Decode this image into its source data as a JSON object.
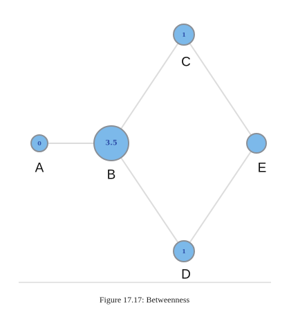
{
  "graph": {
    "nodes": [
      {
        "id": "A",
        "label": "A",
        "value": "0"
      },
      {
        "id": "B",
        "label": "B",
        "value": "3.5"
      },
      {
        "id": "C",
        "label": "C",
        "value": "1"
      },
      {
        "id": "D",
        "label": "D",
        "value": "1"
      },
      {
        "id": "E",
        "label": "E",
        "value": ""
      }
    ],
    "edges": [
      {
        "from": "A",
        "to": "B"
      },
      {
        "from": "B",
        "to": "C"
      },
      {
        "from": "B",
        "to": "D"
      },
      {
        "from": "C",
        "to": "E"
      },
      {
        "from": "D",
        "to": "E"
      }
    ]
  },
  "colors": {
    "node_fill": "#7cb9ea",
    "node_stroke": "#8a8f96",
    "edge": "#dcdcdc",
    "value_text": "#2d4fa8"
  },
  "caption": "Figure 17.17: Betweenness"
}
